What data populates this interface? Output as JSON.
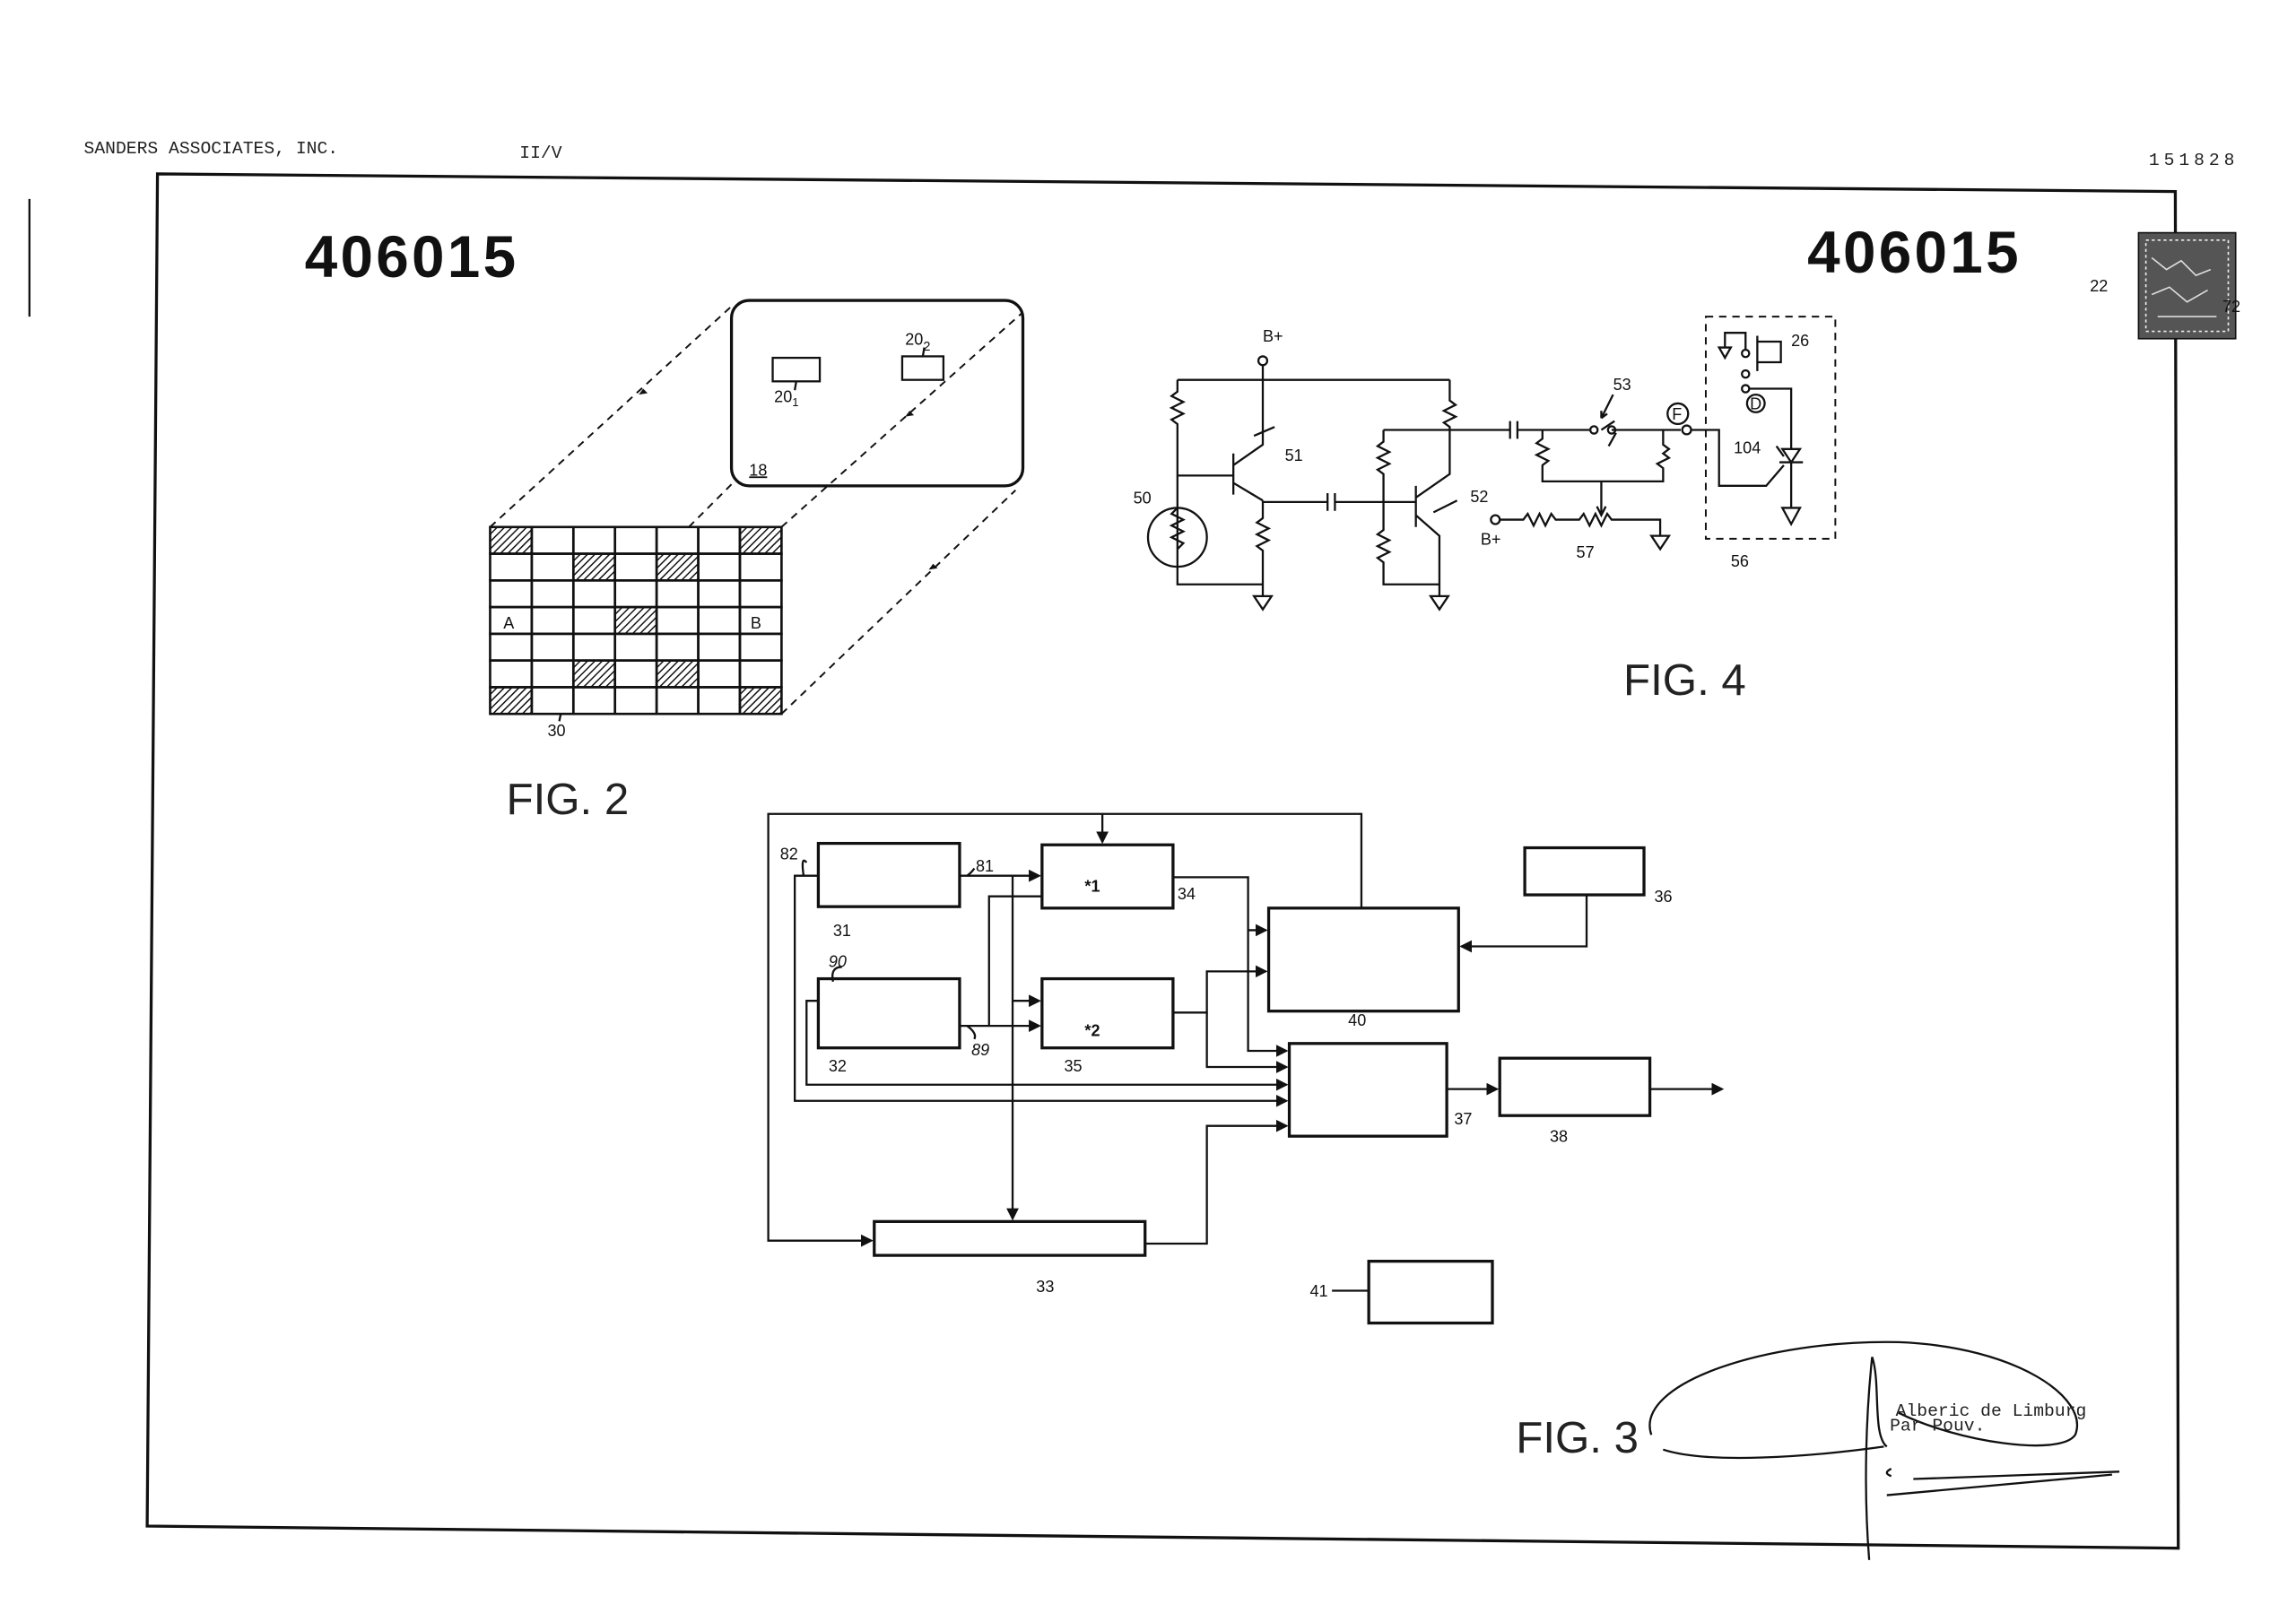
{
  "header": {
    "company": "SANDERS ASSOCIATES, INC.",
    "sheet": "II/V",
    "ref_number": "151828"
  },
  "patent_number_left": "406015",
  "patent_number_right": "406015",
  "stamp": {
    "day": "22",
    "year_suffix": "72"
  },
  "fig2": {
    "caption": "FIG. 2",
    "card_label": "18",
    "sensor1": "20",
    "sensor1_sub": "1",
    "sensor2": "20",
    "sensor2_sub": "2",
    "grid_label": "30",
    "cell_a": "A",
    "cell_b": "B",
    "hatched_cells": [
      [
        0,
        0
      ],
      [
        0,
        6
      ],
      [
        1,
        2
      ],
      [
        1,
        4
      ],
      [
        3,
        3
      ],
      [
        5,
        2
      ],
      [
        5,
        4
      ],
      [
        6,
        0
      ],
      [
        6,
        6
      ]
    ]
  },
  "fig4": {
    "caption": "FIG. 4",
    "supply_top": "B+",
    "supply_pot": "B+",
    "photocell": "50",
    "transistor1": "51",
    "transistor2": "52",
    "switch": "53",
    "module": "56",
    "potentiometer": "57",
    "relay": "26",
    "scr": "104",
    "terminal_f": "F",
    "terminal_d": "D"
  },
  "fig3": {
    "caption": "FIG. 3",
    "blocks": {
      "b31": "31",
      "b32": "32",
      "b33": "33",
      "b34": "34",
      "b35": "35",
      "b36": "36",
      "b37": "37",
      "b38": "38",
      "b40": "40",
      "b41": "41"
    },
    "block34_text": "*1",
    "block35_text": "*2",
    "lines": {
      "l81": "81",
      "l82": "82",
      "l89": "89",
      "l90": "90"
    }
  },
  "signature": {
    "name": "Alberic de Limburg",
    "per": "Par Pouv."
  }
}
